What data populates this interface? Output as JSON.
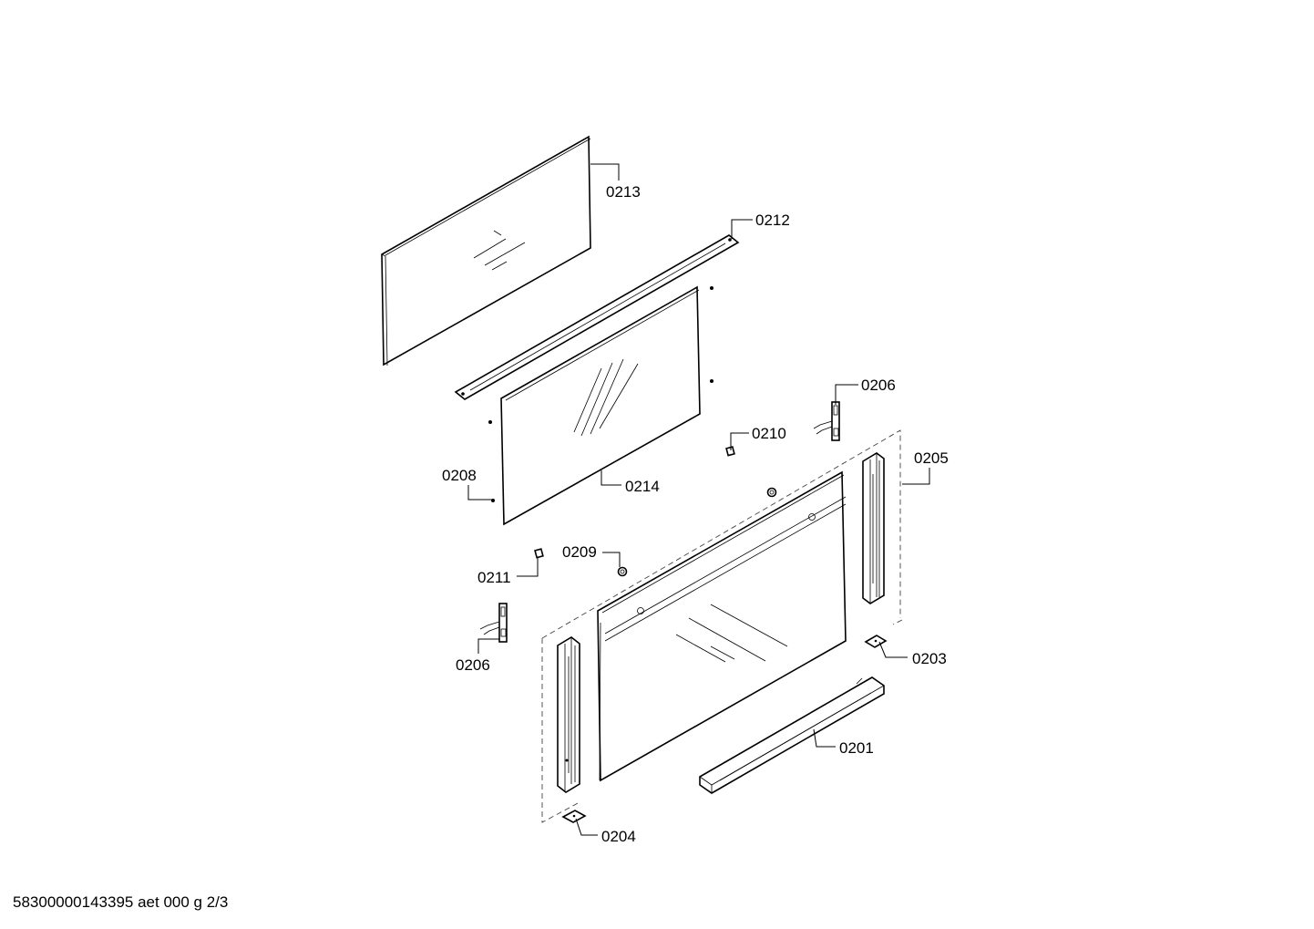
{
  "diagram": {
    "callouts": {
      "p0213": "0213",
      "p0212": "0212",
      "p0206_top": "0206",
      "p0210": "0210",
      "p0205": "0205",
      "p0208": "0208",
      "p0214": "0214",
      "p0209": "0209",
      "p0211": "0211",
      "p0206_left": "0206",
      "p0203": "0203",
      "p0201": "0201",
      "p0204": "0204"
    },
    "footer": "58300000143395 aet 000 g 2/3"
  }
}
